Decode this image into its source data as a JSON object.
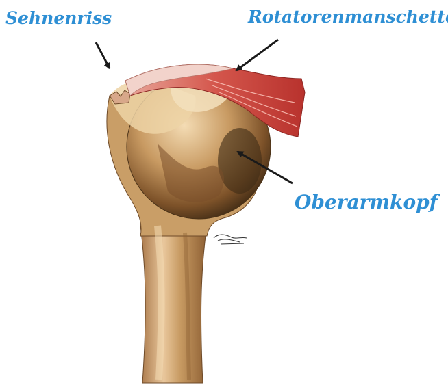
{
  "labels": {
    "tear": "Sehnenriss",
    "rotator_cuff": "Rotatorenmanschette",
    "humeral_head": "Oberarmkopf"
  },
  "colors": {
    "label": "#2e8fd4",
    "arrow": "#1a1a1a",
    "bone": "#c79a62",
    "bone_light": "#f1d2a8",
    "bone_dark": "#7a4f2a",
    "muscle": "#c9433d",
    "tendon": "#e8b4a8"
  }
}
